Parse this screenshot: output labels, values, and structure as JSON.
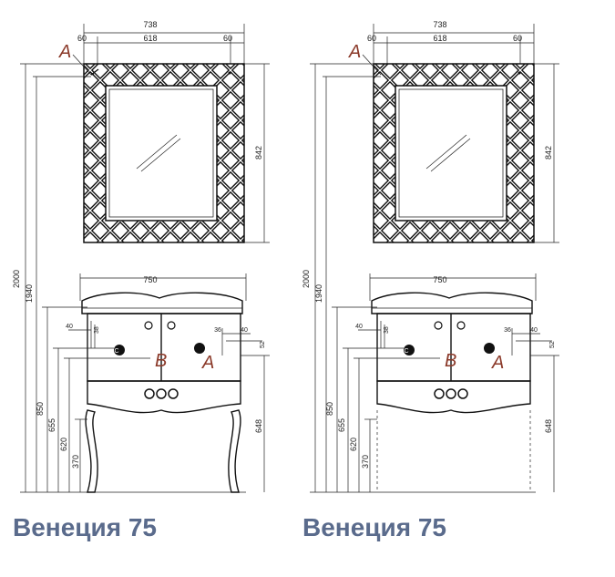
{
  "drawings": [
    {
      "title": "Венеция 75",
      "mirror": {
        "width": "738",
        "inner": "618",
        "side_left": "60",
        "side_right": "60",
        "height": "842"
      },
      "vanity": {
        "width": "750",
        "small_left": "40",
        "small_left2": "38",
        "small_right": "36",
        "small_right2": "40",
        "small_right3": "52",
        "h648": "648"
      },
      "heights": {
        "h2000": "2000",
        "h1940": "1940",
        "h850": "850",
        "h655": "655",
        "h620": "620",
        "h370": "370"
      },
      "marks": {
        "a": "A",
        "b": "B",
        "c": "C"
      }
    },
    {
      "title": "Венеция 75",
      "mirror": {
        "width": "738",
        "inner": "618",
        "side_left": "60",
        "side_right": "60",
        "height": "842"
      },
      "vanity": {
        "width": "750",
        "small_left": "40",
        "small_left2": "38",
        "small_right": "36",
        "small_right2": "40",
        "small_right3": "52",
        "h648": "648"
      },
      "heights": {
        "h2000": "2000",
        "h1940": "1940",
        "h850": "850",
        "h655": "655",
        "h620": "620",
        "h370": "370"
      },
      "marks": {
        "a": "A",
        "b": "B",
        "c": "C"
      }
    }
  ]
}
